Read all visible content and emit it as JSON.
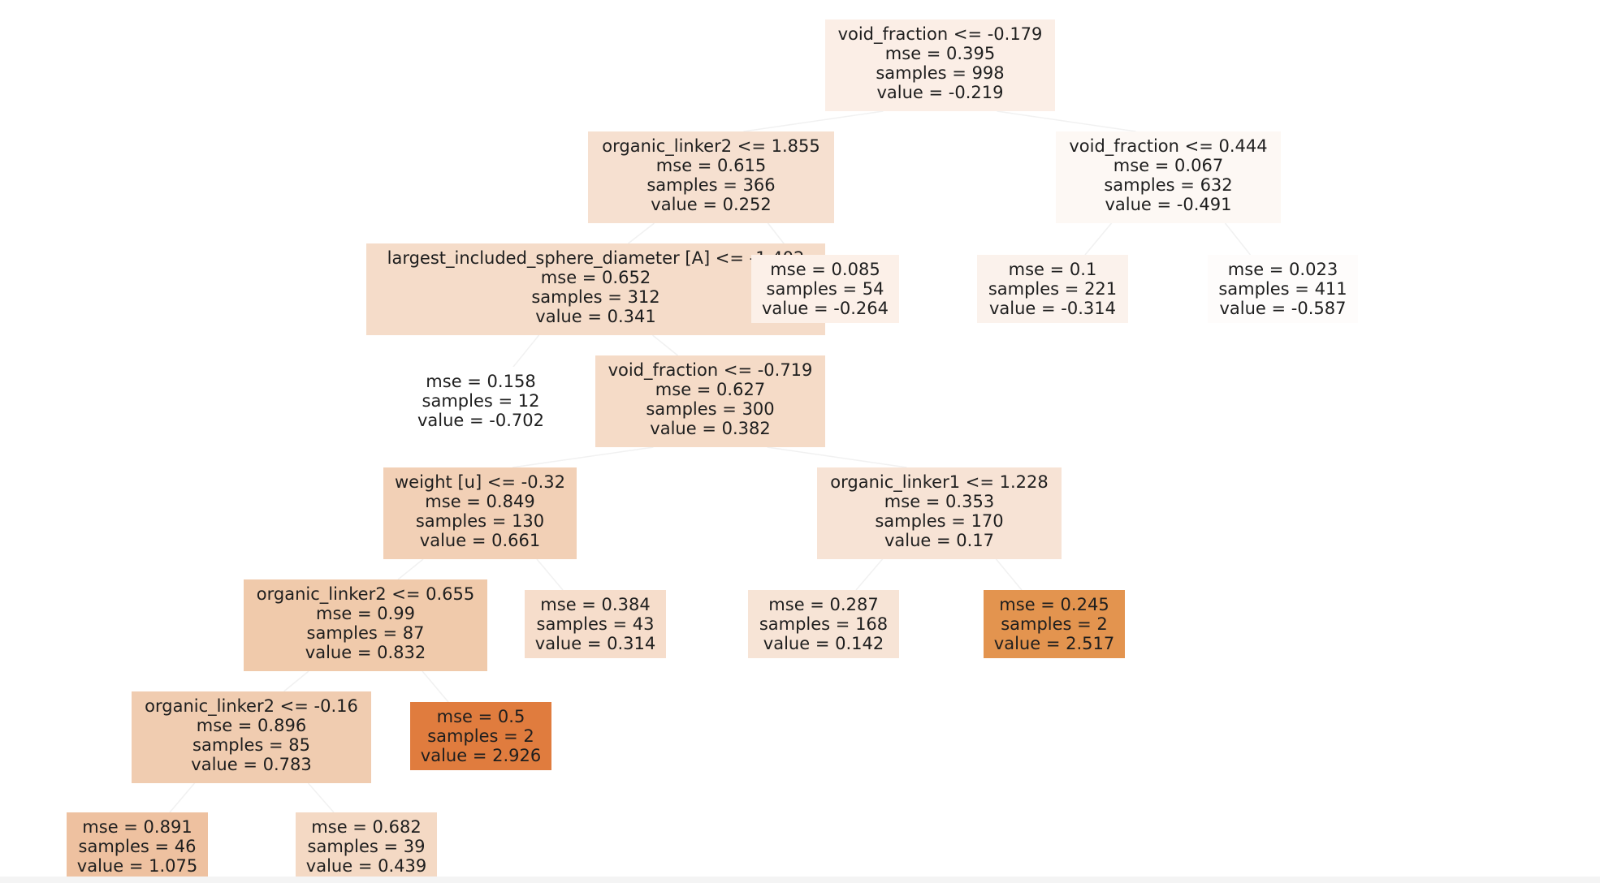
{
  "tree": {
    "nodes": [
      {
        "id": "n0",
        "lines": [
          "void_fraction <= -0.179",
          "mse = 0.395",
          "samples = 998",
          "value = -0.219"
        ],
        "color": "#fbeee6"
      },
      {
        "id": "n1",
        "lines": [
          "organic_linker2 <= 1.855",
          "mse = 0.615",
          "samples = 366",
          "value = 0.252"
        ],
        "color": "#f6e0d0"
      },
      {
        "id": "n2",
        "lines": [
          "largest_included_sphere_diameter [A] <= -1.402",
          "mse = 0.652",
          "samples = 312",
          "value = 0.341"
        ],
        "color": "#f5dcc9"
      },
      {
        "id": "n3",
        "lines": [
          "mse = 0.158",
          "samples = 12",
          "value = -0.702"
        ],
        "color": "#ffffff"
      },
      {
        "id": "n4",
        "lines": [
          "void_fraction <= -0.719",
          "mse = 0.627",
          "samples = 300",
          "value = 0.382"
        ],
        "color": "#f5dbc7"
      },
      {
        "id": "n5",
        "lines": [
          "weight [u] <= -0.32",
          "mse = 0.849",
          "samples = 130",
          "value = 0.661"
        ],
        "color": "#f2d0b6"
      },
      {
        "id": "n6",
        "lines": [
          "organic_linker2 <= 0.655",
          "mse = 0.99",
          "samples = 87",
          "value = 0.832"
        ],
        "color": "#f0caab"
      },
      {
        "id": "n7",
        "lines": [
          "organic_linker2 <= -0.16",
          "mse = 0.896",
          "samples = 85",
          "value = 0.783"
        ],
        "color": "#f0ccb0"
      },
      {
        "id": "n8",
        "lines": [
          "mse = 0.891",
          "samples = 46",
          "value = 1.075"
        ],
        "color": "#eec1a0"
      },
      {
        "id": "n9",
        "lines": [
          "mse = 0.682",
          "samples = 39",
          "value = 0.439"
        ],
        "color": "#f4d9c4"
      },
      {
        "id": "n10",
        "lines": [
          "mse = 0.5",
          "samples = 2",
          "value = 2.926"
        ],
        "color": "#e07c3e"
      },
      {
        "id": "n11",
        "lines": [
          "mse = 0.384",
          "samples = 43",
          "value = 0.314"
        ],
        "color": "#f6ddcb"
      },
      {
        "id": "n12",
        "lines": [
          "organic_linker1 <= 1.228",
          "mse = 0.353",
          "samples = 170",
          "value = 0.17"
        ],
        "color": "#f7e3d5"
      },
      {
        "id": "n13",
        "lines": [
          "mse = 0.287",
          "samples = 168",
          "value = 0.142"
        ],
        "color": "#f7e4d6"
      },
      {
        "id": "n14",
        "lines": [
          "mse = 0.245",
          "samples = 2",
          "value = 2.517"
        ],
        "color": "#e3944f"
      },
      {
        "id": "n15",
        "lines": [
          "mse = 0.085",
          "samples = 54",
          "value = -0.264"
        ],
        "color": "#fcf0e8"
      },
      {
        "id": "n16",
        "lines": [
          "void_fraction <= 0.444",
          "mse = 0.067",
          "samples = 632",
          "value = -0.491"
        ],
        "color": "#fdf8f4"
      },
      {
        "id": "n17",
        "lines": [
          "mse = 0.1",
          "samples = 221",
          "value = -0.314"
        ],
        "color": "#fbf2ec"
      },
      {
        "id": "n18",
        "lines": [
          "mse = 0.023",
          "samples = 411",
          "value = -0.587"
        ],
        "color": "#fefcfb"
      }
    ],
    "edges": [
      [
        "n0",
        "n1"
      ],
      [
        "n0",
        "n16"
      ],
      [
        "n1",
        "n2"
      ],
      [
        "n1",
        "n15"
      ],
      [
        "n2",
        "n3"
      ],
      [
        "n2",
        "n4"
      ],
      [
        "n4",
        "n5"
      ],
      [
        "n4",
        "n12"
      ],
      [
        "n5",
        "n6"
      ],
      [
        "n5",
        "n11"
      ],
      [
        "n6",
        "n7"
      ],
      [
        "n6",
        "n10"
      ],
      [
        "n7",
        "n8"
      ],
      [
        "n7",
        "n9"
      ],
      [
        "n12",
        "n13"
      ],
      [
        "n12",
        "n14"
      ],
      [
        "n16",
        "n17"
      ],
      [
        "n16",
        "n18"
      ]
    ]
  }
}
